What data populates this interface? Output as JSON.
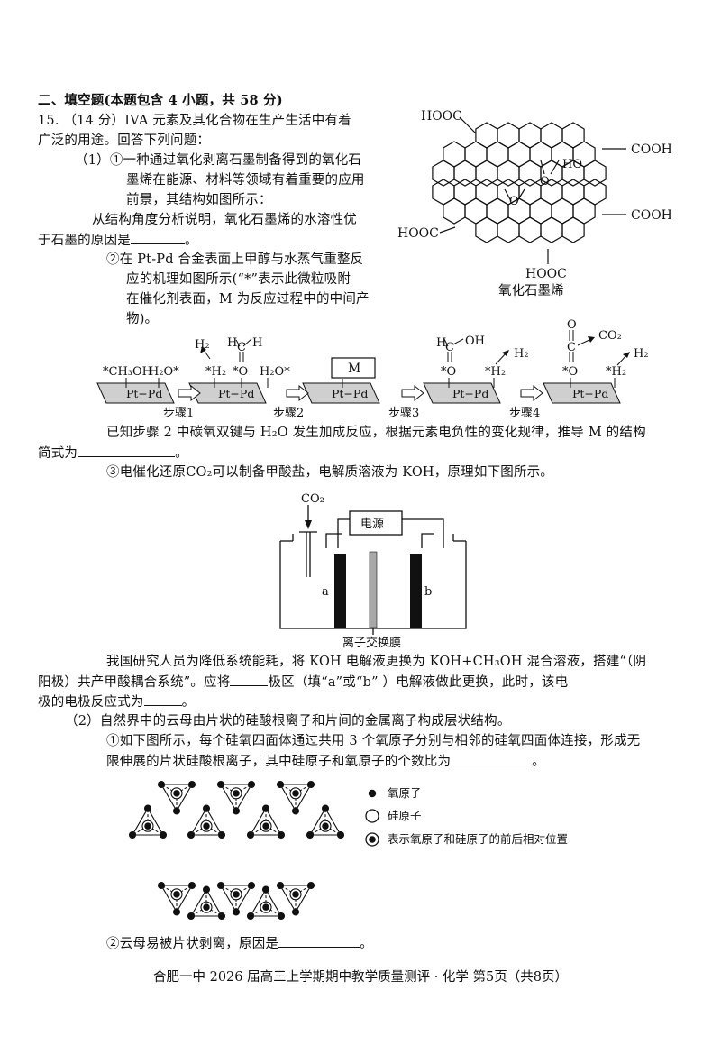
{
  "section_heading": "二、填空题(本题包含 4 小题，共 58 分)",
  "q15": {
    "intro_a": "15. （14 分）IVA 元素及其化合物在生产生活中有着",
    "intro_b": "广泛的用途。回答下列问题：",
    "p1_l1": "（1）①一种通过氧化剥离石墨制备得到的氧化石",
    "p1_l2": "墨烯在能源、材料等领域有着重要的应用",
    "p1_l3": "前景，其结构如图所示：",
    "p1_l4": "从结构角度分析说明，氧化石墨烯的水溶性优",
    "p1_l5a": "于石墨的原因是",
    "p1_l5b": "。",
    "p2_l1": "②在 Pt-Pd 合金表面上甲醇与水蒸气重整反",
    "p2_l2": "应的机理如图所示(“*”表示此微粒吸附",
    "p2_l3": "在催化剂表面，M 为反应过程中的中间产",
    "p2_l4": "物)。",
    "p2_after_a": "已知步骤 2 中碳氧双键与 H₂O 发生加成反应，根据元素电负性的变化规律，推导 M 的结构",
    "p2_after_b1": "简式为",
    "p2_after_b2": "。",
    "p3": "③电催化还原CO₂可以制备甲酸盐，电解质溶液为 KOH，原理如下图所示。",
    "p3_after_a": "我国研究人员为降低系统能耗，将 KOH 电解液更换为 KOH+CH₃OH 混合溶液，搭建“（阴",
    "p3_after_b1": "阳极）共产甲酸耦合系统”。应将",
    "p3_after_b2": "极区（填“a”或“b”  ）电解液做此更换，此时，该电",
    "p3_after_c1": "极的电极反应式为",
    "p3_after_c2": "。",
    "q2_a": "（2）自然界中的云母由片状的硅酸根离子和片间的金属离子构成层状结构。",
    "q2_1a": "①如下图所示，每个硅氧四面体通过共用 3 个氧原子分别与相邻的硅氧四面体连接，形成无",
    "q2_1b1": "限伸展的片状硅酸根离子，其中硅原子和氧原子的个数比为",
    "q2_1b2": "。",
    "q2_2a": "②云母易被片状剥离，原因是",
    "q2_2b": "。"
  },
  "graphene": {
    "caption": "氧化石墨烯",
    "groups": [
      "HOOC",
      "COOH",
      "HO",
      "O",
      "COOH",
      "HOOC",
      "O",
      "HOOC"
    ]
  },
  "mechanism": {
    "step_labels": [
      "步骤1",
      "步骤2",
      "步骤3",
      "步骤4"
    ],
    "surface": "Pt−Pd",
    "s1_left": "*CH₃OH",
    "s1_right": "H₂O*",
    "s2_h2": "H₂",
    "s2_hstar": "*H₂",
    "s2_ostar": "*O",
    "s2_h2o": "H₂O*",
    "s2_ch_h": "H",
    "s2_ch_c": "C",
    "s2_ch_h2": "H",
    "s3_box": "M",
    "s4_h": "H",
    "s4_c": "C",
    "s4_oh": "OH",
    "s4_ostar": "*O",
    "s4_h2": "H₂",
    "s4_hstar": "*H₂",
    "s5_o": "O",
    "s5_c": "C",
    "s5_co2": "CO₂",
    "s5_ostar": "*O",
    "s5_h2": "H₂",
    "s5_hstar": "*H₂"
  },
  "cell": {
    "co2": "CO₂",
    "power": "电源",
    "a": "a",
    "b": "b",
    "membrane": "离子交换膜"
  },
  "legend": {
    "oxygen": "氧原子",
    "silicon": "硅原子",
    "both": "表示氧原子和硅原子的前后相对位置"
  },
  "footer": "合肥一中 2026 届高三上学期期中教学质量测评 · 化学    第5页（共8页）"
}
